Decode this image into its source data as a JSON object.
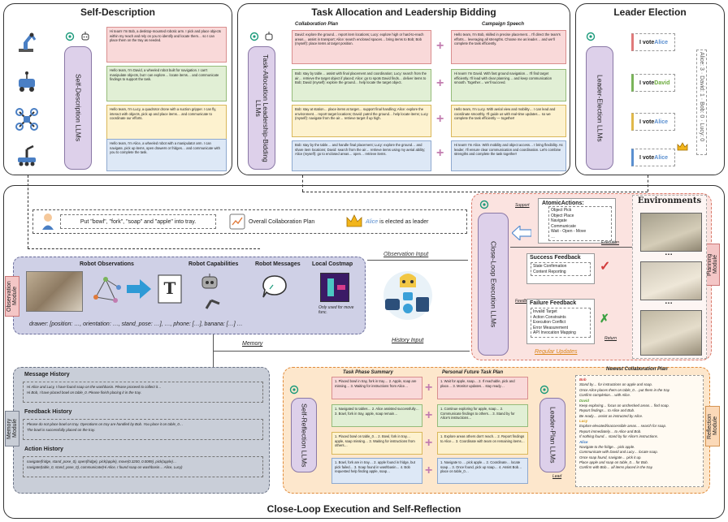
{
  "sections": {
    "self_description": "Self-Description",
    "task_allocation": "Task Allocation and Leadership Bidding",
    "leader_election": "Leader Election",
    "close_loop": "Close-Loop Execution and Self-Reflection",
    "environments": "Environments"
  },
  "llms": {
    "self_desc": "Self-Description LLMs",
    "task_alloc": "Task-Allocation Leadership-Bidding LLMs",
    "leader_election": "Leader-Election LLMs",
    "close_loop": "Close-Loop Execution LLMs",
    "self_reflection": "Self-Reflection LLMs",
    "leader_plan": "Leader-Plan LLMs"
  },
  "self_desc_texts": [
    "Hi team! I'm Bob, a desktop-mounted robotic arm. I pick and place objects within my reach and rely on you to identify and locate them… so I can place them on the tray as needed.",
    "Hello team, I'm David, a wheeled robot built for navigation. I can't manipulate objects, but I can explore… locate items… and communicate findings to support the task.",
    "Hello team, I'm Lucy, a quadrotor drone with a suction gripper. I can fly, interact with objects, pick up and place items… and communicate to coordinate our efforts.",
    "Hello team, I'm Alice, a wheeled robot with a manipulator arm. I can navigate, pick up items, open drawers or fridges… and communicate with you to complete the task."
  ],
  "collab_head": "Collaboration Plan",
  "campaign_head": "Campaign Speech",
  "collab_plans": [
    "David: explore the ground… report item locations; Lucy: explore high or hard-to-reach areas… assist in transport; Alice: search enclosed spaces… bring items to Bob; Bob (myself): place items at target position.",
    "Bob: stay by table… assist with final placement and coordination; Lucy: search from the air… retrieve the target object if placed; Alice: go to spots David finds… deliver items to Bob; David (myself): explore the ground… help locate the target object.",
    "Bob: stay at station… place items at target… support final handling; Alice: explore the environment… report target locations; David: patrol the ground… help locate items; Lucy (myself): navigate from the air… retrieve target if up high.",
    "Bob: stay by the table… and handle final placement; Lucy: explore the ground… and share item locations; David: search from the air… retrieve items using my aerial ability; Alice (myself): go to enclosed areas… open… retrieve items."
  ],
  "campaign_speeches": [
    "Hello team, I'm Bob, skilled in precise placement… I'll direct the team's efforts… leveraging all strengths. Choose me as leader… and we'll complete the task efficiently.",
    "Hi team! I'm David. With fast ground navigation… I'll find target efficiently. I'll lead with clear planning… and keep communication smooth. Together… we'll succeed.",
    "Hello team, I'm Lucy. With aerial view and mobility… I can lead and coordinate smoothly. I'll guide us with real-time updates… so we complete the task efficiently — together!",
    "Hi team! I'm Alice. With mobility and object access… I bring flexibility. As leader, I'll ensure clear communication and coordination. Let's combine strengths and complete the task together!"
  ],
  "votes": [
    {
      "prefix": "I vote ",
      "name": "Alice",
      "color": "#5a8fd0"
    },
    {
      "prefix": "I vote ",
      "name": "David",
      "color": "#6aaa3a"
    },
    {
      "prefix": "I vote ",
      "name": "Alice",
      "color": "#5a8fd0"
    },
    {
      "prefix": "I vote ",
      "name": "Alice",
      "color": "#5a8fd0"
    }
  ],
  "vote_tally": "Alice: 3 · David: 1 · Bob: 0 · Lucy: 0",
  "summary_bar": {
    "instruction": "Put \"bowl\", \"fork\", \"soap\" and \"apple\" into tray.",
    "overall_plan": "Overall Collaboration Plan",
    "leader_name": "Alice",
    "leader_suffix": " is elected as leader"
  },
  "observation": {
    "module_label": "Observation Module",
    "robot_observations": "Robot Observations",
    "robot_capabilities": "Robot Capabilities",
    "robot_messages": "Robot Messages",
    "local_costmap": "Local Costmap",
    "costmap_note": "Only used for move func.",
    "state_line": "drawer: [position: …, orientation: …, stand_pose: …], …, phone: […], banana: […] …"
  },
  "arrows": {
    "observation_input": "Observation Input",
    "history_input": "History Input",
    "memory": "Memory",
    "support": "Support",
    "execution": "Execution",
    "feedback": "Feedback",
    "return": "Return",
    "regular_updates": "Regular Updates",
    "lead": "Lead"
  },
  "atomic": {
    "title": "AtomicActions:",
    "items": [
      "Object Pick",
      "Object Place",
      "Navigate",
      "Communicate",
      "Wait - Open - Move",
      "…"
    ]
  },
  "success": {
    "title": "Success Feedback",
    "items": [
      "State Confirmation",
      "Content Reporting"
    ]
  },
  "failure": {
    "title": "Failure Feedback",
    "items": [
      "Invalid Target",
      "Action Constraints",
      "Execution Conflict",
      "Error Measurement",
      "API Invocation Mapping"
    ]
  },
  "planning_label": "Planning Module",
  "memory": {
    "module_label": "Memory Module",
    "message_history": "Message History",
    "message_lines": [
      "Hi Alice and Lucy, I have found soap on the washbasin. Please proceed to collect it…",
      "Hi Bob, I have placed bowl on table_0. Please finish placing it in the tray."
    ],
    "feedback_history": "Feedback History",
    "feedback_lines": [
      "Please do not place bowl on tray. Operations on tray are handled by Bob. You place it on table_0…",
      "The bowl is successfully placed on the tray."
    ],
    "action_history": "Action History",
    "action_lines": [
      "navigate(fridge, stand_pose_0), open(fridge), pick(apple), move(0.3200, 0.0089), pick(apple)…",
      "navigate(table_0, stand_pose_0), communicate(Hi Alice, I found soap on washbasin… Alice, Lucy)"
    ]
  },
  "reflection": {
    "module_label": "Reflection Module",
    "task_phase": "Task Phase Summary",
    "personal_plan": "Personal Future Task Plan",
    "newest_plan": "Newest Collaboration Plan",
    "summaries": [
      "1. Placed bowl in tray, fork in tray… 2. Apple, soap are missing… 3. Waiting for instructions from Alice…",
      "1. Navigated to tables… 2. Alice assisted successfully… 3. Bowl, fork in tray, apple, soap remain…",
      "1. Placed bowl on table_0… 2. Bowl, fork in tray… apple, soap missing… 3. Waiting for instructions from others…",
      "1. Bowl, fork are in tray… 2. apple found in fridge, but pick failed… 3. Soap found in washbasin… 4. Bob requested help finding apple, soap…"
    ],
    "personal": [
      "1. Wait for apple, soap… 2. If reachable, pick and place… 3. Monitor updates… stay ready…",
      "1. Continue exploring for apple, soap… 2. Communicate findings to others… 3. Stand by for Alice's instructions…",
      "1. Explore areas others don't reach… 2. Report findings to Alice… 3. Coordinate with team on remaining items…",
      "1. Navigate to … pick apple… 2. Coordinate… locate soap… 3. Once found, pick up soap… 4. Assist Bob… place on table_0…"
    ],
    "newest_lines": [
      "Bob",
      "Stand by… for instructions on apple and soap.",
      "Once Alice places them on table_0… put them in the tray.",
      "Confirm completion… with Alice.",
      "David",
      "Keep exploring… focus on unchecked areas… find soap.",
      "Report findings… to Alice and Bob.",
      "Be ready… assist as instructed by Alice.",
      "Lucy",
      "Explore elevated/inaccessible areas… search for soap.",
      "Report immediately… to Alice and Bob.",
      "If nothing found… stand by for Alice's instructions.",
      "Alice",
      "Navigate to the fridge… pick apple.",
      "Communicate with David and Lucy… locate soap.",
      "Once soap found, navigate… pick it up.",
      "Place apple and soap on table_0… for Bob.",
      "Confirm with Bob… all items placed in the tray."
    ]
  }
}
